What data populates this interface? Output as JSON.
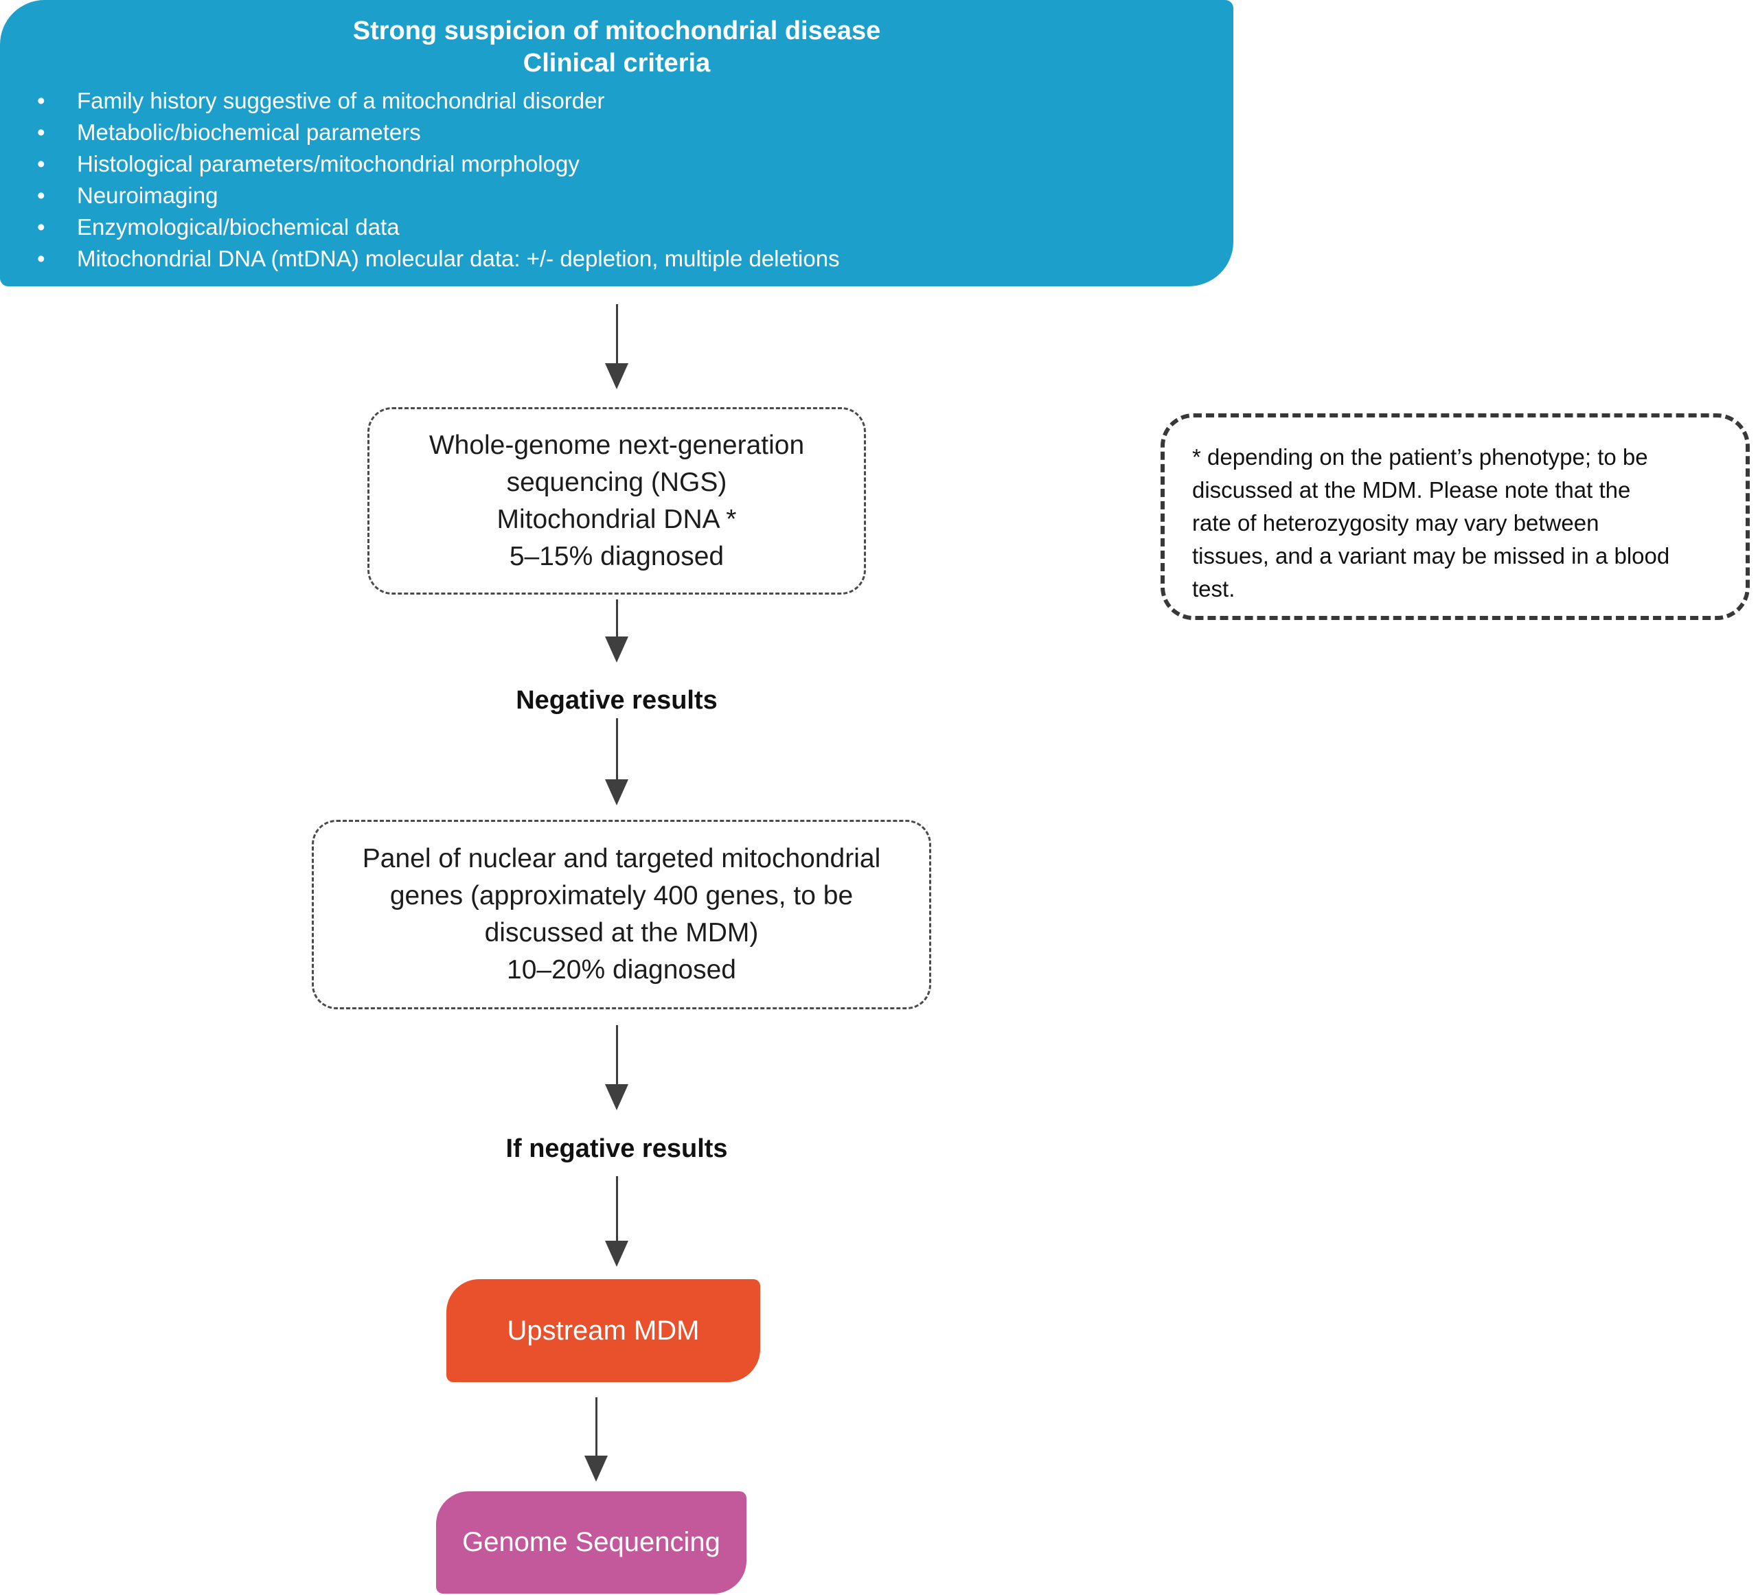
{
  "figure": {
    "clinical_box": {
      "color": "#1D9FCC",
      "title": [
        "Strong suspicion of mitochondrial disease",
        "Clinical criteria"
      ],
      "bullets": [
        "Family history suggestive of a mitochondrial disorder",
        "Metabolic/biochemical parameters",
        "Histological parameters/mitochondrial morphology",
        "Neuroimaging",
        "Enzymological/biochemical data",
        "Mitochondrial DNA (mtDNA) molecular data: +/- depletion, multiple deletions"
      ]
    },
    "ngs_box": {
      "lines": [
        "Whole-genome next-generation",
        "sequencing (NGS)",
        "Mitochondrial DNA *",
        "5–15% diagnosed"
      ]
    },
    "note_box": {
      "lines": [
        "* depending on the patient’s phenotype; to be",
        "discussed at the MDM. Please note that the",
        "rate of heterozygosity may vary between",
        "tissues, and a variant may be missed in a blood",
        "test."
      ]
    },
    "labels": {
      "negative": "Negative results",
      "if_negative": "If negative results"
    },
    "panel_box": {
      "lines": [
        "Panel of nuclear and targeted mitochondrial",
        "genes (approximately 400 genes, to be",
        "discussed at the MDM)",
        "10–20% diagnosed"
      ]
    },
    "upstream_box": {
      "label": "Upstream MDM",
      "color": "#E8512B"
    },
    "genome_box": {
      "label": "Genome Sequencing",
      "color": "#C3589B"
    },
    "arrow_color": "#3F3F3F",
    "dash_border_color": "#4A4A4A"
  }
}
